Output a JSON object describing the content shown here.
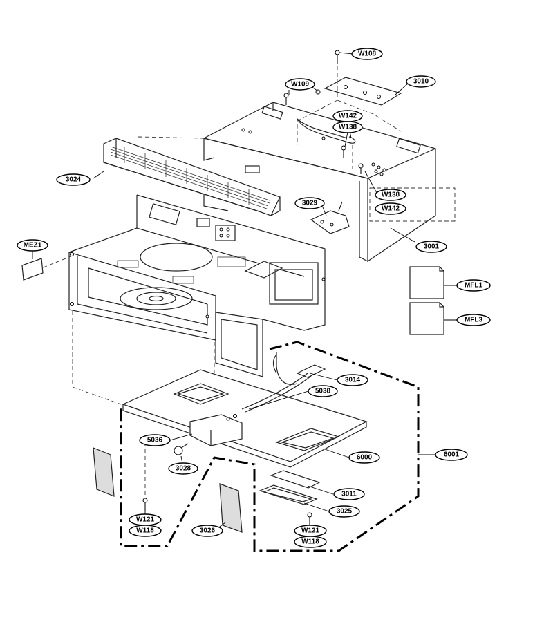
{
  "parts": [
    {
      "id": "W108"
    },
    {
      "id": "3010"
    },
    {
      "id": "W109"
    },
    {
      "id": "W142"
    },
    {
      "id": "W138"
    },
    {
      "id": "3024"
    },
    {
      "id": "3029"
    },
    {
      "id": "W138"
    },
    {
      "id": "W142"
    },
    {
      "id": "3001"
    },
    {
      "id": "MEZ1"
    },
    {
      "id": "MFL1"
    },
    {
      "id": "MFL3"
    },
    {
      "id": "3014"
    },
    {
      "id": "5038"
    },
    {
      "id": "5036"
    },
    {
      "id": "6000"
    },
    {
      "id": "6001"
    },
    {
      "id": "3028"
    },
    {
      "id": "3011"
    },
    {
      "id": "3025"
    },
    {
      "id": "W121"
    },
    {
      "id": "W118"
    },
    {
      "id": "3026"
    },
    {
      "id": "W121"
    },
    {
      "id": "W118"
    }
  ]
}
